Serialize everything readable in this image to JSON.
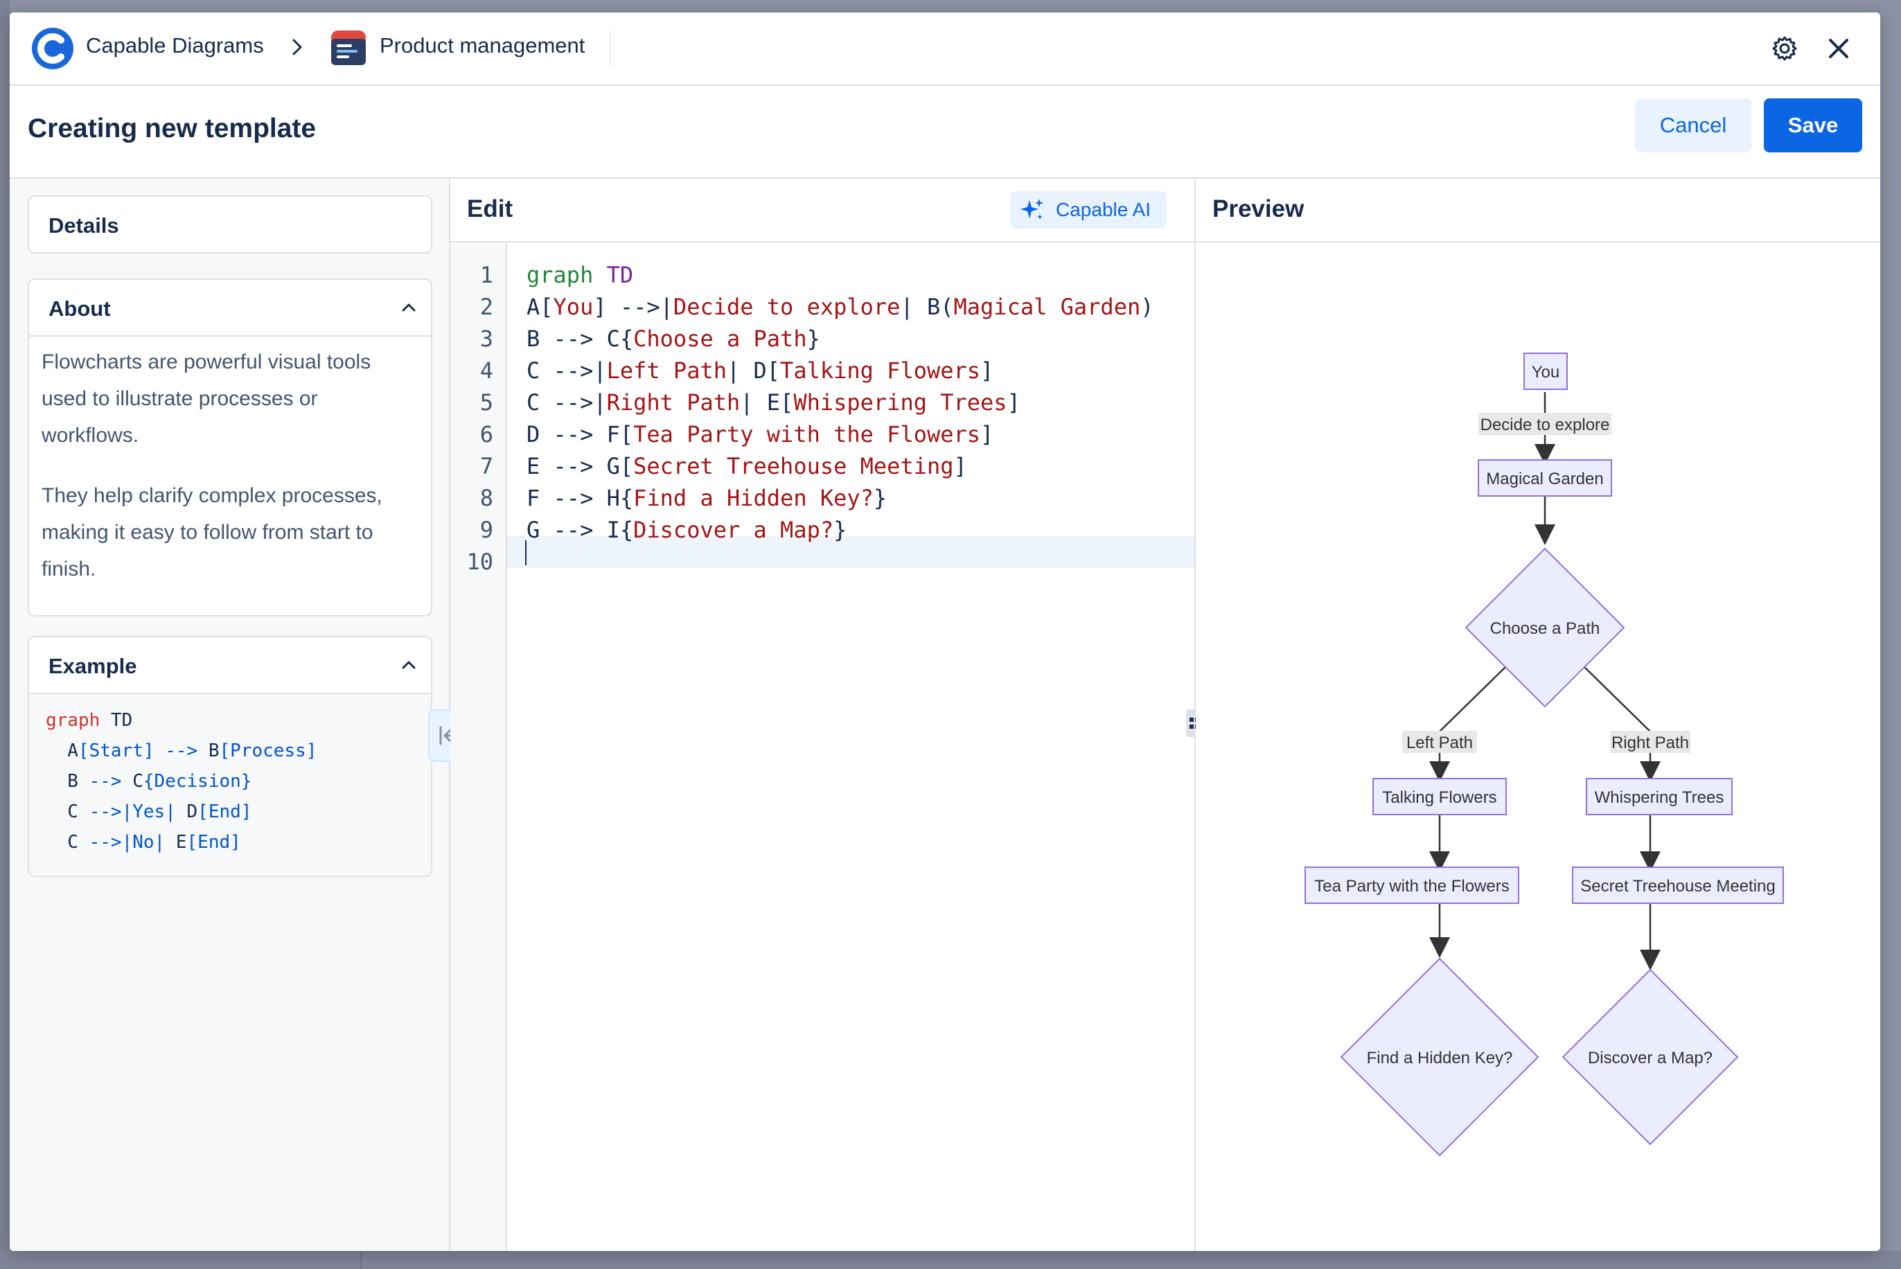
{
  "app": {
    "name": "Capable Diagrams"
  },
  "breadcrumb": {
    "project": "Product management"
  },
  "header": {
    "title": "Creating new template",
    "cancel_label": "Cancel",
    "save_label": "Save"
  },
  "left_panel": {
    "details_label": "Details",
    "about_label": "About",
    "about_paragraphs": [
      "Flowcharts are powerful visual tools used to illustrate processes or workflows.",
      "They help clarify complex processes, making it easy to follow from start to finish."
    ],
    "example_label": "Example",
    "example_code": [
      "graph TD",
      "  A[Start] --> B[Process]",
      "  B --> C{Decision}",
      "  C -->|Yes| D[End]",
      "  C -->|No| E[End]"
    ]
  },
  "editor": {
    "title": "Edit",
    "ai_label": "Capable AI",
    "line_numbers": [
      "1",
      "2",
      "3",
      "4",
      "5",
      "6",
      "7",
      "8",
      "9",
      "10"
    ],
    "lines": [
      "graph TD",
      "A[You] -->|Decide to explore| B(Magical Garden)",
      "B --> C{Choose a Path}",
      "C -->|Left Path| D[Talking Flowers]",
      "C -->|Right Path| E[Whispering Trees]",
      "D --> F[Tea Party with the Flowers]",
      "E --> G[Secret Treehouse Meeting]",
      "F --> H{Find a Hidden Key?}",
      "G --> I{Discover a Map?}",
      ""
    ]
  },
  "preview": {
    "title": "Preview",
    "nodes": {
      "a": "You",
      "b": "Magical Garden",
      "c": "Choose a Path",
      "d": "Talking Flowers",
      "e": "Whispering Trees",
      "f": "Tea Party with the Flowers",
      "g": "Secret Treehouse Meeting",
      "h": "Find a Hidden Key?",
      "i": "Discover a Map?"
    },
    "edge_labels": {
      "ab": "Decide to explore",
      "cd": "Left Path",
      "ce": "Right Path"
    }
  },
  "colors": {
    "accent": "#0c66e4",
    "node_fill": "#ececff",
    "node_stroke": "#9370db",
    "keyword_green": "#22863a",
    "keyword_purple": "#7b1fa2",
    "string_red": "#a31515"
  }
}
